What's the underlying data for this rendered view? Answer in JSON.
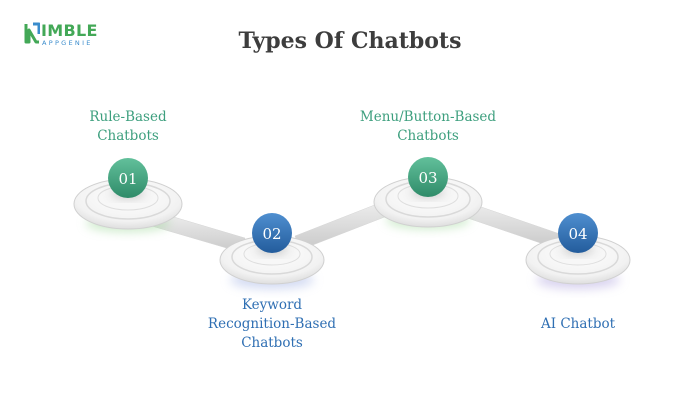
{
  "brand": {
    "name": "IMBLE",
    "tagline": "APPGENIE"
  },
  "title": "Types Of Chatbots",
  "steps": [
    {
      "number": "01",
      "label_lines": [
        "Rule-Based",
        "Chatbots"
      ],
      "color": "#3d9f7e"
    },
    {
      "number": "02",
      "label_lines": [
        "Keyword",
        "Recognition-Based",
        "Chatbots"
      ],
      "color": "#2f6fb3"
    },
    {
      "number": "03",
      "label_lines": [
        "Menu/Button-Based",
        "Chatbots"
      ],
      "color": "#3d9f7e"
    },
    {
      "number": "04",
      "label_lines": [
        "AI Chatbot"
      ],
      "color": "#2f6fb3"
    }
  ],
  "colors": {
    "green": "#3d9f7e",
    "blue": "#2f6fb3",
    "logo_green": "#43a857",
    "logo_blue": "#3a8ccc"
  }
}
